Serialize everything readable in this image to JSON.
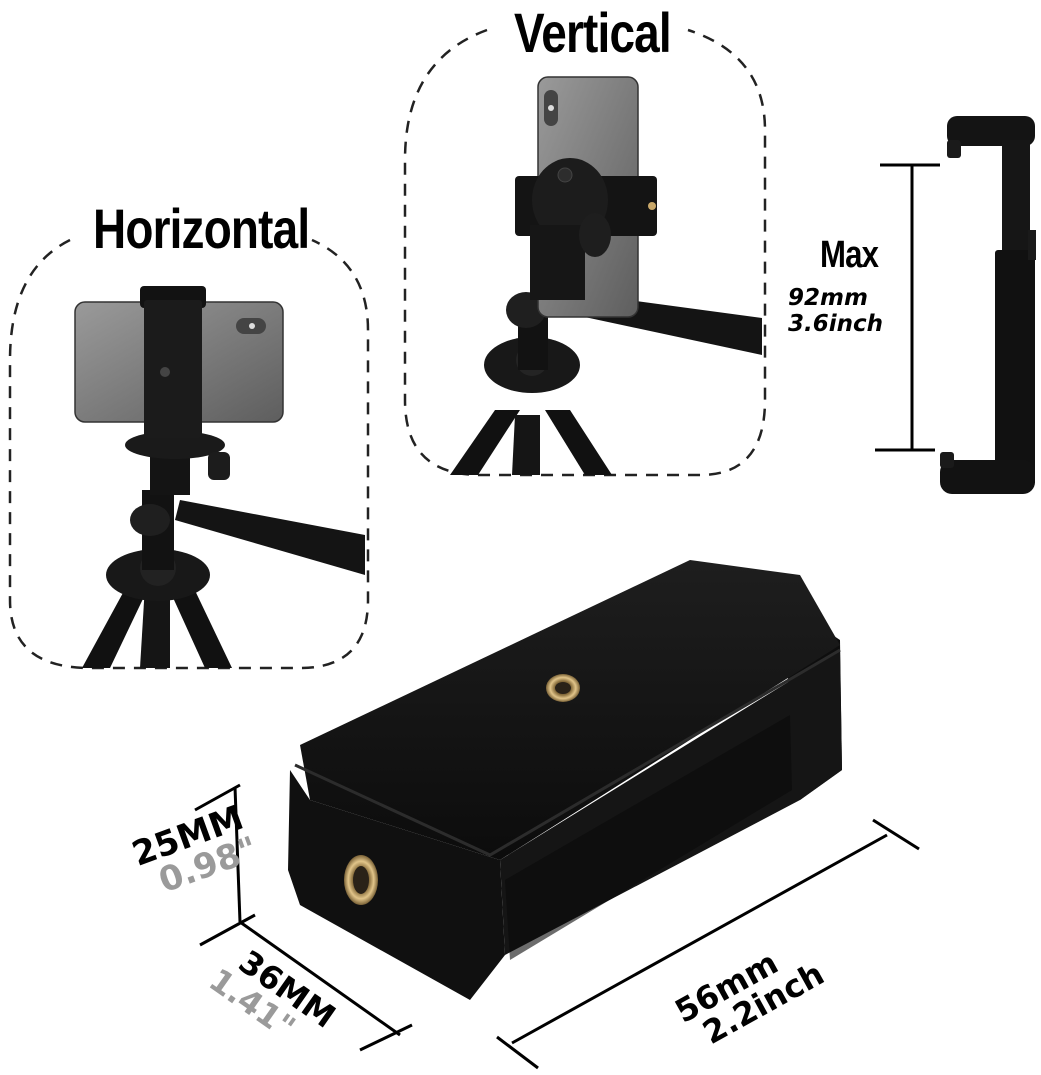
{
  "image": {
    "description": "Product illustration of a phone holder clamp for a tripod, showing horizontal and vertical mounting and dimensions",
    "background": "#ffffff"
  },
  "panels": {
    "horizontal": {
      "label": "Horizontal"
    },
    "vertical": {
      "label": "Vertical"
    }
  },
  "clamp_side": {
    "max_label": "Max",
    "range_mm": "92mm",
    "range_inch": "3.6inch"
  },
  "clamp_dimensions": {
    "height_mm": "25MM",
    "height_inch": "0.98\"",
    "depth_mm": "36MM",
    "depth_inch": "1.41\"",
    "width_mm": "56mm",
    "width_inch": "2.2inch"
  },
  "colors": {
    "product": "#111111",
    "brass_insert": "#c9a86a",
    "phone": "#7d7d7d",
    "secondary_text": "#9a9a9a",
    "line": "#000000"
  }
}
